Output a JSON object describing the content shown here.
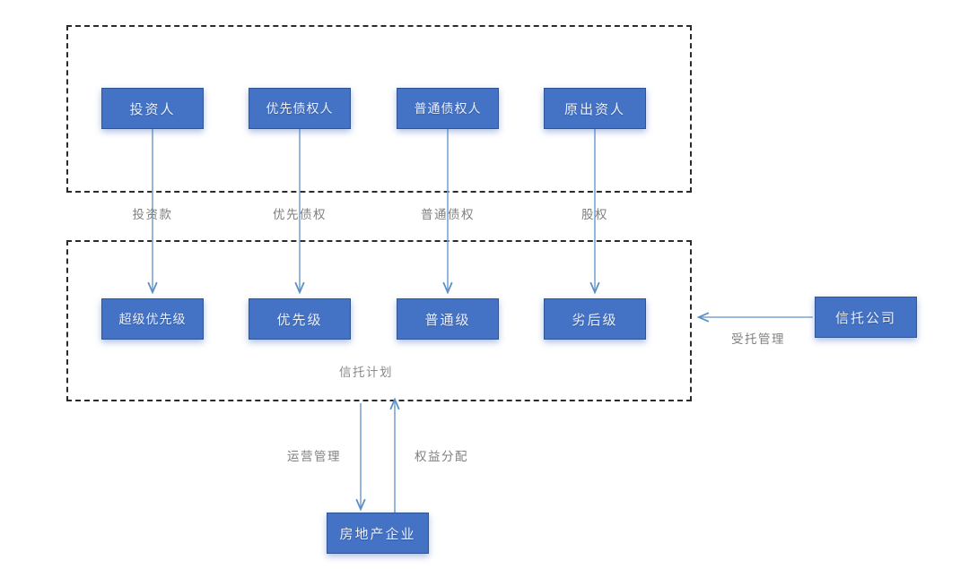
{
  "diagram": {
    "title_hidden": "",
    "accent_color": "#4472C4",
    "border_color": "#2f5597",
    "label_color": "#808080",
    "dash_color": "#2b2b2b",
    "groups": [
      {
        "name": "stakeholders-group"
      },
      {
        "name": "trust-plan-group",
        "caption": "信托计划"
      }
    ],
    "row1": [
      {
        "label": "投资人"
      },
      {
        "label": "优先债权人"
      },
      {
        "label": "普通债权人"
      },
      {
        "label": "原出资人"
      }
    ],
    "row1_connector_labels": [
      {
        "label": "投资款"
      },
      {
        "label": "优先债权"
      },
      {
        "label": "普通债权"
      },
      {
        "label": "股权"
      }
    ],
    "row2": [
      {
        "label": "超级优先级"
      },
      {
        "label": "优先级"
      },
      {
        "label": "普通级"
      },
      {
        "label": "劣后级"
      }
    ],
    "trustee": {
      "label": "信托公司",
      "connector_label": "受托管理"
    },
    "developer": {
      "label": "房地产企业",
      "connector_down_label": "运营管理",
      "connector_up_label": "权益分配"
    }
  }
}
